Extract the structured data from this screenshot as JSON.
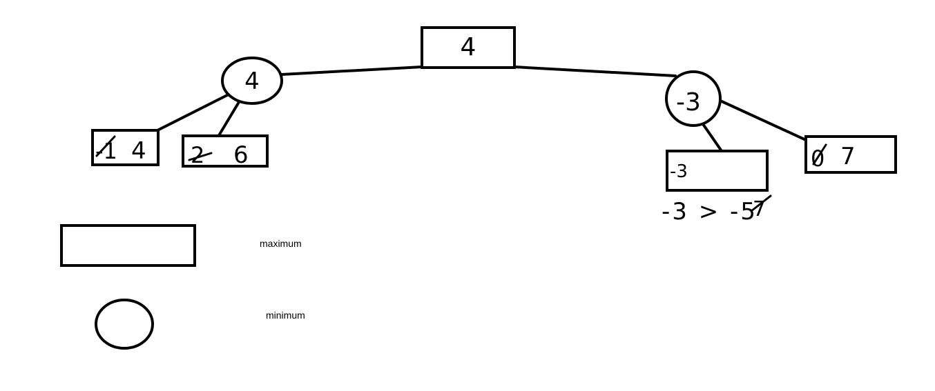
{
  "colors": {
    "stroke": "#000000",
    "background": "#ffffff"
  },
  "tree": {
    "root": {
      "shape": "rectangle",
      "value": "4"
    },
    "left_min": {
      "shape": "circle",
      "value": "4"
    },
    "right_min": {
      "shape": "circle",
      "value": "-3"
    },
    "leaves": {
      "leaf_1": {
        "struck": "-1",
        "value": "4"
      },
      "leaf_2": {
        "struck": "2",
        "value": "6"
      },
      "leaf_3": {
        "value": "-3"
      },
      "leaf_4": {
        "struck": "0",
        "value": "7"
      }
    },
    "note": {
      "text": "-3 > -5",
      "struck": "7"
    }
  },
  "legend": {
    "maximum_label": "maximum",
    "minimum_label": "minimum"
  }
}
